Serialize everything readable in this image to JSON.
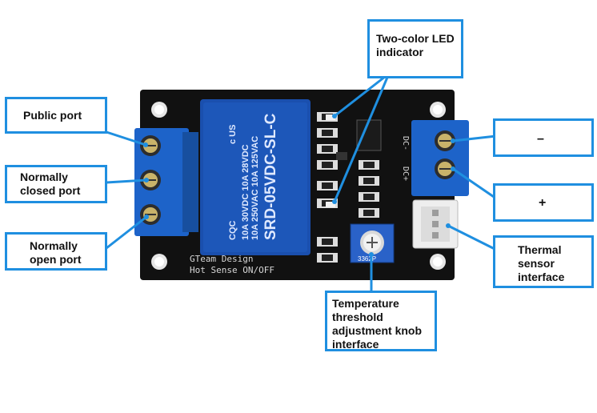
{
  "labels": {
    "public_port": "Public port",
    "normally_closed_port": "Normally closed port",
    "normally_open_port": "Normally open port",
    "two_color_led": "Two-color LED indicator",
    "minus": "–",
    "plus": "+",
    "thermal_sensor": "Thermal sensor interface",
    "temp_knob": "Temperature threshold adjustment knob interface"
  },
  "board": {
    "relay": {
      "model": "SRD-05VDC-SL-C",
      "rating_1": "10A 250VAC 10A 125VAC",
      "rating_2": "10A 30VDC 10A 28VDC",
      "cert": "CQC",
      "ul_mark": "c US"
    },
    "silk_line_1": "GTeam Design",
    "silk_line_2": "Hot Sense ON/OFF",
    "dc_minus": "DC-",
    "dc_plus": "DC+",
    "pot_marking": "3362P"
  },
  "colors": {
    "callout_border": "#1f8fe0",
    "arrow": "#1f8fe0",
    "pcb": "#111111",
    "relay": "#1a4fae",
    "terminal": "#1d63c9",
    "connector": "#eeeeee"
  }
}
